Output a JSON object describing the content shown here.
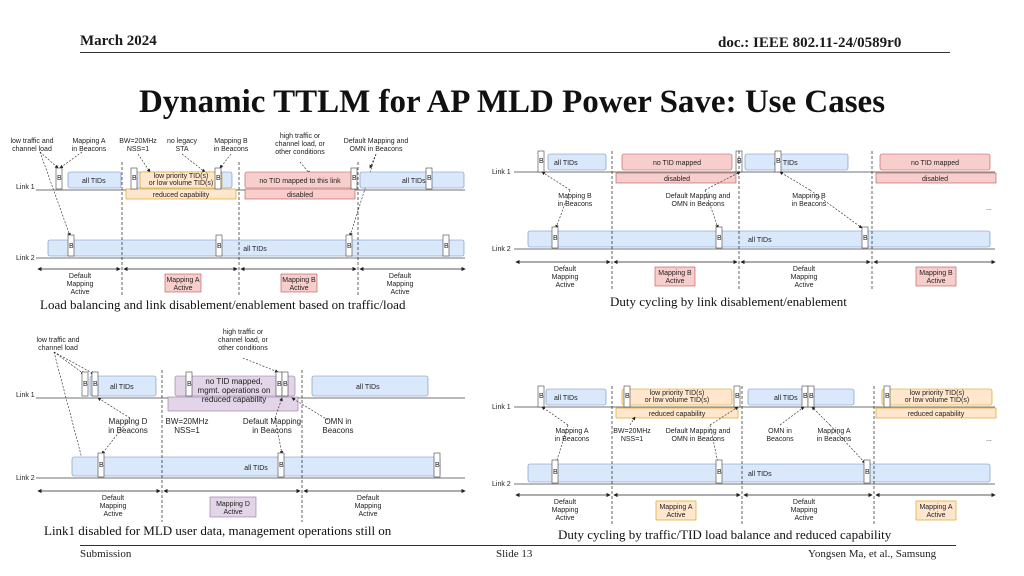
{
  "header": {
    "date": "March 2024",
    "doc": "doc.: IEEE 802.11-24/0589r0"
  },
  "title": "Dynamic TTLM for AP MLD Power Save: Use Cases",
  "common": {
    "link1": "Link 1",
    "link2": "Link 2",
    "beacon": "B",
    "all_tids": "all TIDs",
    "ellipsis": "..."
  },
  "d1": {
    "caption": "Load balancing and link disablement/enablement based on traffic/load",
    "ann1": [
      "low traffic and",
      "channel load"
    ],
    "ann2": [
      "Mapping A",
      "in Beacons"
    ],
    "ann3": [
      "BW=20MHz",
      "NSS=1"
    ],
    "ann4": [
      "no legacy",
      "STA"
    ],
    "ann5": [
      "Mapping B",
      "in Beacons"
    ],
    "ann6": [
      "high traffic or",
      "channel load, or",
      "other conditions"
    ],
    "ann7": [
      "Default Mapping and",
      "OMN in Beacons"
    ],
    "box_lowpri": [
      "low priority TID(s)",
      "or low volume TID(s)"
    ],
    "box_reduced": "reduced capability",
    "box_notid": "no TID mapped to this link",
    "box_disabled": "disabled",
    "ph1": [
      "Default",
      "Mapping",
      "Active"
    ],
    "ph2": [
      "Mapping A",
      "Active"
    ],
    "ph3": [
      "Mapping B",
      "Active"
    ],
    "ph4": [
      "Default",
      "Mapping",
      "Active"
    ]
  },
  "d2": {
    "caption": "Duty cycling by link disablement/enablement",
    "notid": "no TID mapped",
    "disabled": "disabled",
    "ann1": [
      "Mapping B",
      "in Beacons"
    ],
    "ann2": [
      "Default Mapping and",
      "OMN in Beacons"
    ],
    "ann3": [
      "Mapping B",
      "in Beacons"
    ],
    "ph1": [
      "Default",
      "Mapping",
      "Active"
    ],
    "ph2": [
      "Mapping B",
      "Active"
    ],
    "ph3": [
      "Default",
      "Mapping",
      "Active"
    ],
    "ph4": [
      "Mapping B",
      "Active"
    ]
  },
  "d3": {
    "caption": "Link1 disabled for MLD user data, management operations still on",
    "ann1": [
      "low traffic and",
      "channel load"
    ],
    "ann2": [
      "high traffic or",
      "channel load, or",
      "other conditions"
    ],
    "box": [
      "no TID mapped,",
      "mgmt. operations on",
      "reduced capability"
    ],
    "ann3": [
      "Mapping D",
      "in Beacons"
    ],
    "ann4": [
      "BW=20MHz",
      "NSS=1"
    ],
    "ann5": [
      "Default Mapping",
      "in Beacons"
    ],
    "ann6": [
      "OMN in",
      "Beacons"
    ],
    "ph1": [
      "Default",
      "Mapping",
      "Active"
    ],
    "ph2": [
      "Mapping D",
      "Active"
    ],
    "ph3": [
      "Default",
      "Mapping",
      "Active"
    ]
  },
  "d4": {
    "caption": "Duty cycling by traffic/TID load balance and reduced capability",
    "lowpri": [
      "low priority TID(s)",
      "or low volume TID(s)"
    ],
    "reduced": "reduced capability",
    "ann1": [
      "Mapping A",
      "in Beacons"
    ],
    "ann2": [
      "BW=20MHz",
      "NSS=1"
    ],
    "ann3": [
      "Default Mapping and",
      "OMN in Beacons"
    ],
    "ann4": [
      "OMN in",
      "Beacons"
    ],
    "ann5": [
      "Mapping A",
      "in Beacons"
    ],
    "ph1": [
      "Default",
      "Mapping",
      "Active"
    ],
    "ph2": [
      "Mapping A",
      "Active"
    ],
    "ph3": [
      "Default",
      "Mapping",
      "Active"
    ],
    "ph4": [
      "Mapping A",
      "Active"
    ]
  },
  "footer": {
    "left": "Submission",
    "center": "Slide 13",
    "right": "Yongsen Ma, et al., Samsung"
  },
  "colors": {
    "blue_fill": "#dae8fc",
    "blue_stroke": "#6c8ebf",
    "orange_fill": "#ffe6cc",
    "orange_stroke": "#d79b00",
    "red_fill": "#f8cecc",
    "red_stroke": "#b85450",
    "purple_fill": "#e1d5e7",
    "purple_stroke": "#9673a6"
  }
}
